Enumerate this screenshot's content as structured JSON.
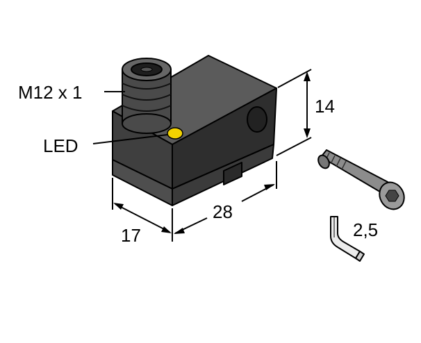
{
  "labels": {
    "connector": "M12 x 1",
    "led": "LED",
    "height": "14",
    "length": "28",
    "width": "17",
    "hex_key": "2,5"
  },
  "colors": {
    "housing_top": "#5b5b5b",
    "housing_front": "#3f3f3f",
    "housing_side": "#2e2e2e",
    "led": "#f3d300",
    "outline": "#000000"
  }
}
